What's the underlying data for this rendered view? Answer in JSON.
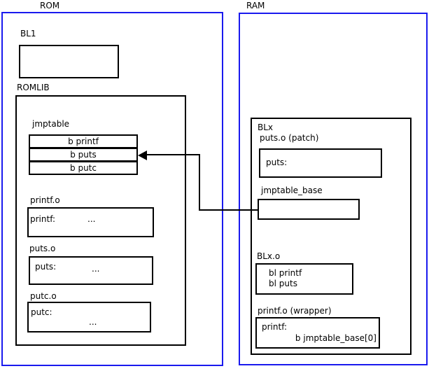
{
  "colors": {
    "section_border": "#1a1aee",
    "line": "#000000"
  },
  "rom": {
    "title": "ROM",
    "bl1_label": "BL1",
    "romlib_label": "ROMLIB",
    "jmptable": {
      "label": "jmptable",
      "rows": [
        "b printf",
        "b puts",
        "b putc"
      ]
    },
    "printf_o": {
      "label": "printf.o",
      "symbol": "printf:",
      "body": "..."
    },
    "puts_o": {
      "label": "puts.o",
      "symbol": "puts:",
      "body": "..."
    },
    "putc_o": {
      "label": "putc.o",
      "symbol": "putc:",
      "body": "..."
    }
  },
  "ram": {
    "title": "RAM",
    "blx_label": "BLx",
    "puts_patch": {
      "label": "puts.o (patch)",
      "symbol": "puts:"
    },
    "jmptable_base": {
      "label": "jmptable_base"
    },
    "blx_o": {
      "label": "BLx.o",
      "line1": "bl printf",
      "line2": "bl puts"
    },
    "printf_wrapper": {
      "label": "printf.o (wrapper)",
      "symbol": "printf:",
      "instruction": "b jmptable_base[0]"
    }
  }
}
